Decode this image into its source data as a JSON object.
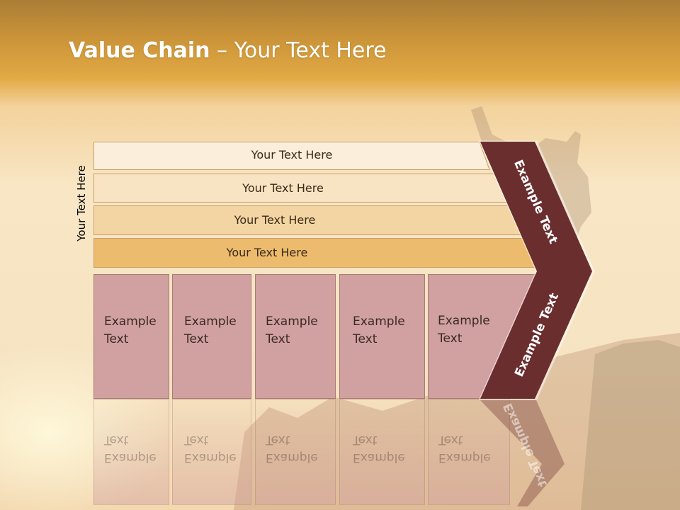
{
  "title": {
    "bold": "Value Chain",
    "rest": " – Your Text Here"
  },
  "vertical_label": "Your Text Here",
  "bars": [
    {
      "label": "Your Text Here"
    },
    {
      "label": "Your Text Here"
    },
    {
      "label": "Your Text Here"
    },
    {
      "label": "Your Text Here"
    }
  ],
  "blocks": [
    {
      "line1": "Example",
      "line2": "Text"
    },
    {
      "line1": "Example",
      "line2": "Text"
    },
    {
      "line1": "Example",
      "line2": "Text"
    },
    {
      "line1": "Example",
      "line2": "Text"
    },
    {
      "line1": "Example",
      "line2": "Text"
    }
  ],
  "chevron": {
    "upper": "Example Text",
    "lower": "Example Text"
  },
  "colors": {
    "chevron": "#6b2e2f",
    "block": "#d1a0a0",
    "bar1": "#fbeedb",
    "bar2": "#f8e3c2",
    "bar3": "#f3d5a3",
    "bar4": "#ecbb6e"
  }
}
